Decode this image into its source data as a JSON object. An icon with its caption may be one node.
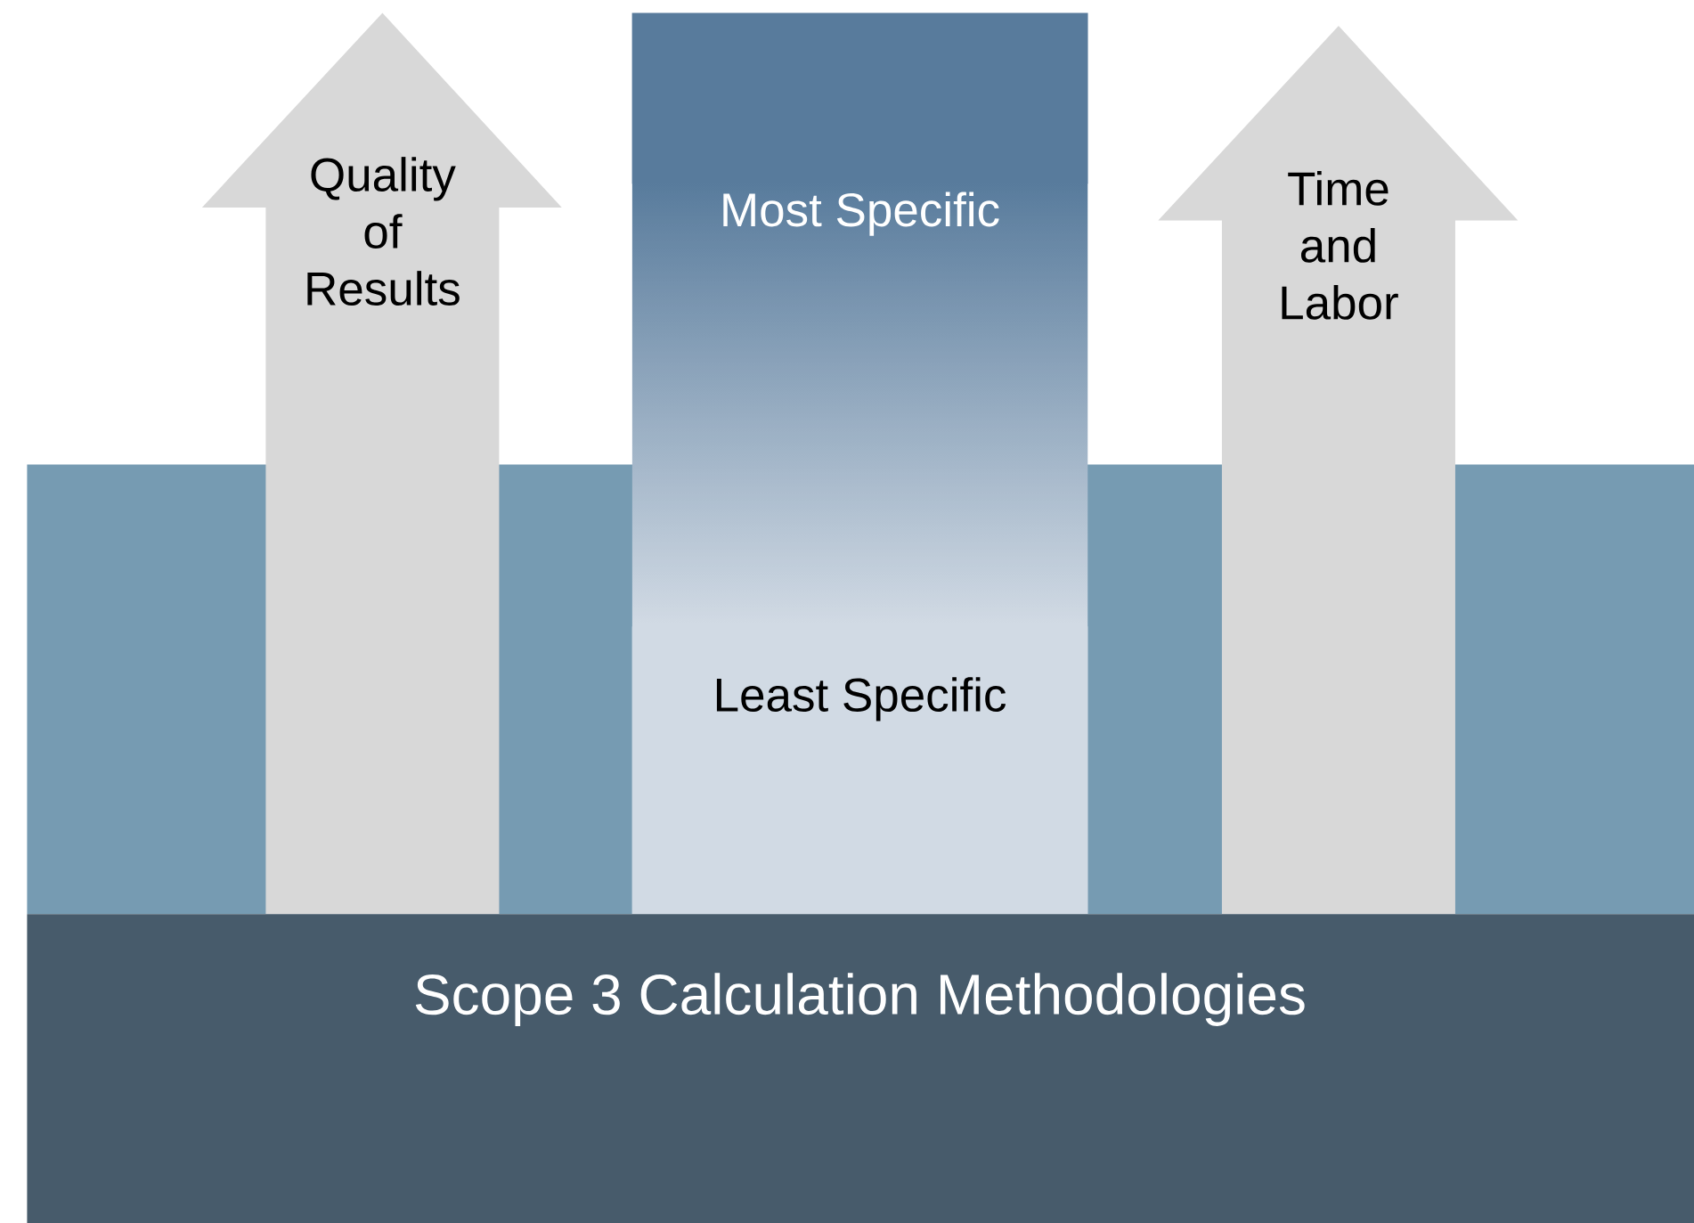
{
  "diagram": {
    "nodes": [
      {
        "text": [
          "Quality of Results"
        ]
      },
      {
        "text": [
          "Most Specific",
          "Least Specific"
        ]
      },
      {
        "text": [
          "Time and Labor"
        ]
      },
      {
        "text": [
          "Scope 3 Calculation Methodologies"
        ]
      }
    ]
  }
}
